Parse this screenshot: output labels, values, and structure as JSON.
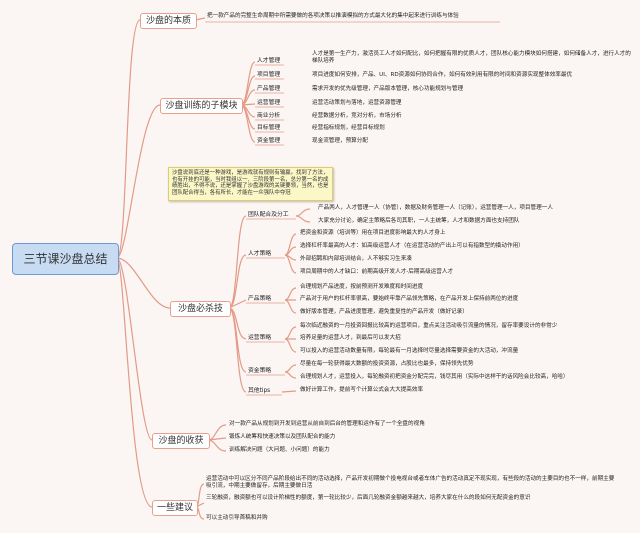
{
  "root": "三节课沙盘总结",
  "note": "沙盘说到底还是一种游戏，是游戏就有规则有输赢。找到了方法，也有开挂的可能，当时我组以一、三阶段第一名，总分第一名的成绩胜出，不得不说，还是掌握了沙盘游戏的关键要领，当然，也是团队配合得当，各有所长，才能在一众强队中夺冠",
  "branches": {
    "essence": {
      "label": "沙盘的本质",
      "text": "把一款产品的完整生命周期中所需要做的各项决策以推演模拟的方式最大化的集中起来进行训练与体验"
    },
    "modules": {
      "label": "沙盘训练的子模块",
      "items": [
        {
          "name": "人才管理",
          "desc": "人才是第一生产力，激活员工人才如何配比，如何把握有限的优质人才，团队核心能力模块如何搭建，如何储备人才，进行人才的梯队培养"
        },
        {
          "name": "项目管理",
          "desc": "项目进度如何安排，产品、UI、RD资源如何协同合作，如何有效利用有限的时间和资源实现整体效率最优"
        },
        {
          "name": "产品管理",
          "desc": "需求开发的优先级管理，产品版本管理，核心功能规划与管理"
        },
        {
          "name": "运营管理",
          "desc": "运营活动策划与落地，运营资源管理"
        },
        {
          "name": "商业分析",
          "desc": "经营数据分析，竞对分析，市场分析"
        },
        {
          "name": "目标管理",
          "desc": "经营指标规划，经营目标规划"
        },
        {
          "name": "资金管理",
          "desc": "现金流管理，预算分配"
        }
      ]
    },
    "tactics": {
      "label": "沙盘必杀技",
      "team_label": "团队配合及分工",
      "team_items": [
        "产品两人，人才管理一人（协管），数据及财务管理一人（记账），运营管理一人，项目管理一人",
        "大家充分讨论，确定主策略后各司其职，一人主统筹，人才和数据方面也支持团队"
      ],
      "talent_label": "人才策略",
      "talent_items": [
        "把资金和资源（培训等）用在项目进度影响最大的人才身上",
        "选择杠杆率最高的人才：如高级运营人才（在运营活动的产出上可以有指数型的撬动作用）",
        "外部招聘和内部培训结合，人不够实习生来凑",
        "项目周期中的人才缺口：前期高级开发人才-后期高级运营人才"
      ],
      "product_label": "产品策略",
      "product_items": [
        "合理规划产品进度，按前预测开发难度和时间进度",
        "产品对于用户的杠杆率很高，要始终牢靠产品领先策略，在产品开发上保持前两位的进度",
        "做好版本管理，产品进度管理，避免重复性的产品开发（做好记录）"
      ],
      "ops_label": "运营策略",
      "ops_items": [
        "每次临近融资的一月投资回报比较高的运营项目，重点关注活动吸引流量的情况，留存率要设计的非常少",
        "培养足量的运营人才，到最后可以发大招",
        "可以投入的运营活动数量有限，每轮最有一月选择时尽量选择需要资金的大活动，冲流量"
      ],
      "fund_label": "资金策略",
      "fund_items": [
        "尽量在每一轮获得最大数额的投资资源，占股比也最多，保持领先优势",
        "合理规划人才，运营投入，每轮融资初把资金分配完完，钱尽其用（实际中这样干的话风险会比较高，哈哈）"
      ],
      "tips_label": "其他tips",
      "tips_items": [
        "做好计算工作，提前写个计算公式会大大提高效率"
      ]
    },
    "gains": {
      "label": "沙盘的收获",
      "items": [
        "对一款产品从规划到开发到运营从前自到后台的管理和运作有了一个全盘的视角",
        "锻炼人统筹和快速决策以及团队配合的能力",
        "训练解决问题（大问题、小问题）的能力"
      ]
    },
    "advice": {
      "label": "一些建议",
      "items": [
        "运营活动中可以区分不同产品阶段给出不同的活动选择，产品开发初期做个投电视台或者车体广告的活动真定不现实现，有些段的活动的主要目的也不一样，前期主要吸引流，中期主要做留存，后期主要做日活",
        "三轮融资，融资额也可以设计阶梯性的额度，第一轮比较少，后面几轮融资金额越来越大，培养大家在什么的段如何无配资金的意识",
        "可以主动引导首稿和并购"
      ]
    }
  }
}
